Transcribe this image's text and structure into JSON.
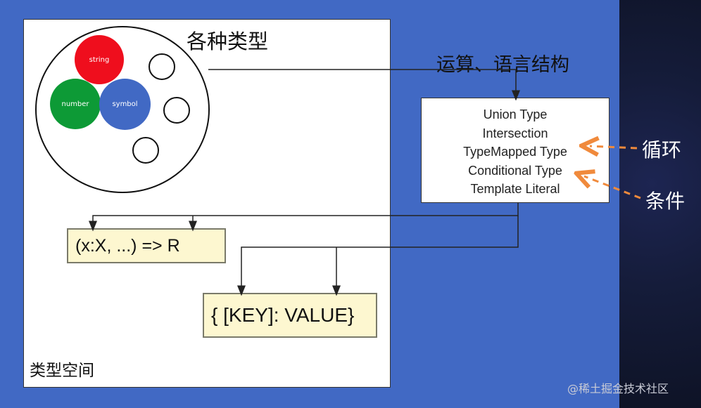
{
  "diagram": {
    "title_types": "各种类型",
    "title_operations": "运算、语言结构",
    "type_space_label": "类型空间",
    "primitive_types": [
      {
        "label": "string",
        "color": "#ef0e1d"
      },
      {
        "label": "number",
        "color": "#0d9a36"
      },
      {
        "label": "symbol",
        "color": "#4169c4"
      }
    ],
    "operations": [
      "Union Type",
      "Intersection",
      "TypeMapped Type",
      "Conditional Type",
      "Template Literal"
    ],
    "function_type": "(x:X, ...) => R",
    "index_type": "{ [KEY]: VALUE}",
    "loop_label": "循环",
    "condition_label": "条件",
    "arrow_color": "#f08a3c",
    "panel_color": "#4169c4"
  },
  "watermark": "@稀土掘金技术社区"
}
